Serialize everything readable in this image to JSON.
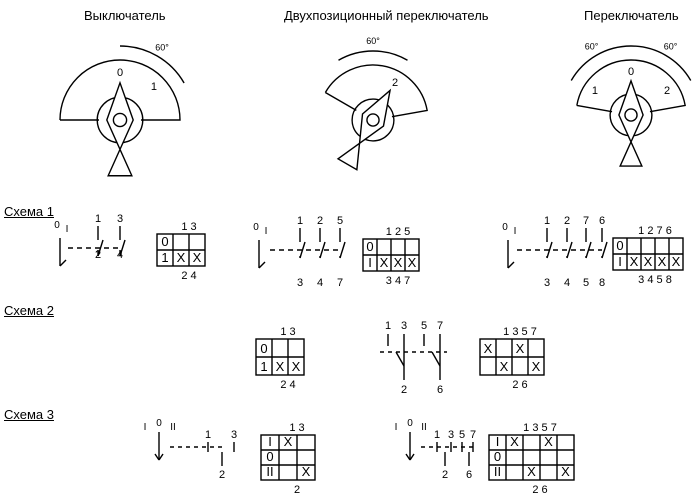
{
  "titles": {
    "switch": "Выключатель",
    "two_position": "Двухпозиционный переключатель",
    "selector": "Переключатель"
  },
  "angle_label": "60°",
  "dial_marks": {
    "zero": "0",
    "one": "1",
    "two": "2"
  },
  "schemes": [
    {
      "label": "Схема 1"
    },
    {
      "label": "Схема 2"
    },
    {
      "label": "Схема 3"
    }
  ],
  "symbols": {
    "zero": "0",
    "one": "I",
    "two": "II",
    "cross": "X"
  },
  "scheme1": {
    "sw_a": {
      "top": [
        "1",
        "3"
      ],
      "bottom": [
        "2",
        "4"
      ]
    },
    "sw_b": {
      "top": [
        "1",
        "2",
        "5"
      ],
      "bottom": [
        "3",
        "4",
        "7"
      ]
    },
    "sw_c": {
      "top": [
        "1",
        "2",
        "7",
        "6"
      ],
      "bottom": [
        "3",
        "4",
        "5",
        "8"
      ]
    },
    "tbl_a": {
      "header": "1 3",
      "footer": "2 4",
      "rows": [
        [
          "0",
          "",
          ""
        ],
        [
          "1",
          "X",
          "X"
        ]
      ]
    },
    "tbl_b": {
      "header": "1 2 5",
      "footer": "3 4 7",
      "rows": [
        [
          "0",
          "",
          "",
          ""
        ],
        [
          "I",
          "X",
          "X",
          "X"
        ]
      ]
    },
    "tbl_c": {
      "header": "1 2 7 6",
      "footer": "3 4 5 8",
      "rows": [
        [
          "0",
          "",
          "",
          "",
          ""
        ],
        [
          "I",
          "X",
          "X",
          "X",
          "X"
        ]
      ]
    }
  },
  "scheme2": {
    "tbl_a": {
      "header": "1 3",
      "footer": "2 4",
      "rows": [
        [
          "0",
          "",
          ""
        ],
        [
          "1",
          "X",
          "X"
        ]
      ]
    },
    "sw": {
      "top": [
        "1",
        "3",
        "5",
        "7"
      ],
      "bottom": [
        "2",
        "6"
      ]
    },
    "tbl_b": {
      "header": "1 3 5 7",
      "footer": "2 6",
      "rows": [
        [
          "X",
          "",
          "X",
          ""
        ],
        [
          "",
          "X",
          "",
          "X"
        ]
      ]
    }
  },
  "scheme3": {
    "sw_a": {
      "modes": [
        "I",
        "0",
        "II"
      ],
      "top": [
        "1",
        "3"
      ],
      "bottom": [
        "2"
      ]
    },
    "tbl_a": {
      "header": "1 3",
      "footer": "2",
      "rows": [
        [
          "I",
          "X",
          ""
        ],
        [
          "0",
          "",
          ""
        ],
        [
          "II",
          "",
          "X"
        ]
      ]
    },
    "sw_b": {
      "modes": [
        "I",
        "0",
        "II"
      ],
      "top": [
        "1",
        "3",
        "5",
        "7"
      ],
      "bottom": [
        "2",
        "6"
      ]
    },
    "tbl_b": {
      "header": "1 3 5 7",
      "footer": "2 6",
      "rows": [
        [
          "I",
          "X",
          "",
          "X",
          ""
        ],
        [
          "0",
          "",
          "",
          "",
          ""
        ],
        [
          "II",
          "",
          "X",
          "",
          "X"
        ]
      ]
    }
  }
}
